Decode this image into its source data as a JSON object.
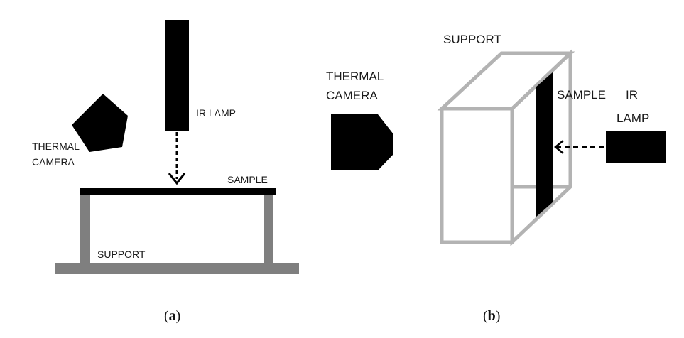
{
  "panel_a": {
    "labels": {
      "ir_lamp": "IR LAMP",
      "thermal_camera_line1": "THERMAL",
      "thermal_camera_line2": "CAMERA",
      "sample": "SAMPLE",
      "support": "SUPPORT"
    },
    "caption": {
      "open": "(",
      "letter": "a",
      "close": ")"
    }
  },
  "panel_b": {
    "labels": {
      "support": "SUPPORT",
      "thermal_camera_line1": "THERMAL",
      "thermal_camera_line2": "CAMERA",
      "sample": "SAMPLE",
      "ir_lamp_line1": "IR",
      "ir_lamp_line2": "LAMP"
    },
    "caption": {
      "open": "(",
      "letter": "b",
      "close": ")"
    }
  },
  "colors": {
    "object": "#000000",
    "support_a": "#7f7f7f",
    "support_b": "#b3b3b3",
    "text": "#1a1a1a"
  }
}
